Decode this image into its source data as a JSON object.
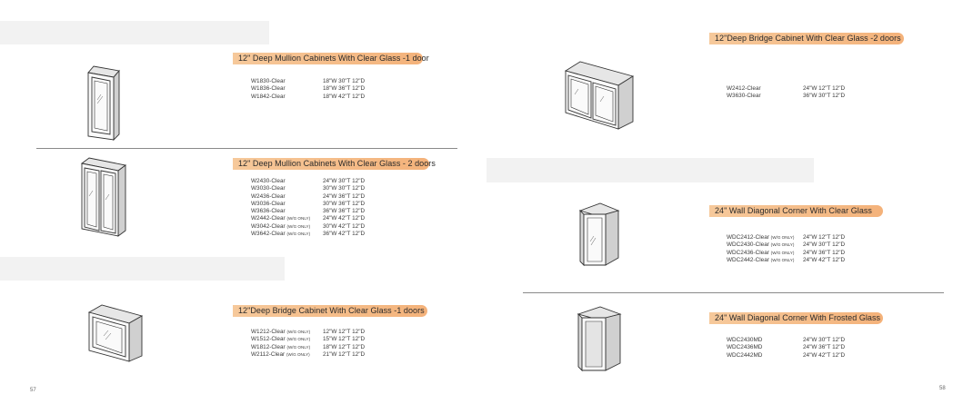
{
  "page_numbers": {
    "left": "57",
    "right": "58"
  },
  "sections": [
    {
      "title": "12\" Deep Mullion Cabinets With Clear Glass -1 door",
      "rows": [
        {
          "code": "W1830-Clear",
          "note": "",
          "dims": "18\"W 30\"T 12\"D"
        },
        {
          "code": "W1836-Clear",
          "note": "",
          "dims": "18\"W 36\"T 12\"D"
        },
        {
          "code": "W1842-Clear",
          "note": "",
          "dims": "18\"W 42\"T 12\"D"
        }
      ]
    },
    {
      "title": "12\" Deep Mullion Cabinets With Clear Glass - 2 doors",
      "rows": [
        {
          "code": "W2430-Clear",
          "note": "",
          "dims": "24\"W 30\"T 12\"D"
        },
        {
          "code": "W3030-Clear",
          "note": "",
          "dims": "30\"W 30\"T 12\"D"
        },
        {
          "code": "W2436-Clear",
          "note": "",
          "dims": "24\"W 36\"T 12\"D"
        },
        {
          "code": "W3036-Clear",
          "note": "",
          "dims": "30\"W 36\"T 12\"D"
        },
        {
          "code": "W3636-Clear",
          "note": "",
          "dims": "36\"W 36\"T 12\"D"
        },
        {
          "code": "W2442-Clear",
          "note": "(W/G ONLY)",
          "dims": "24\"W 42\"T 12\"D"
        },
        {
          "code": "W3042-Clear",
          "note": "(W/G ONLY)",
          "dims": "30\"W 42\"T 12\"D"
        },
        {
          "code": "W3642-Clear",
          "note": "(W/G ONLY)",
          "dims": "36\"W 42\"T 12\"D"
        }
      ]
    },
    {
      "title": "12\"Deep Bridge Cabinet  With Clear Glass -1 doors",
      "rows": [
        {
          "code": "W1212-Clear",
          "note": "(W/G ONLY)",
          "dims": "12\"W 12\"T 12\"D"
        },
        {
          "code": "W1512-Clear",
          "note": "(W/G ONLY)",
          "dims": "15\"W 12\"T 12\"D"
        },
        {
          "code": "W1812-Clear",
          "note": "(W/G ONLY)",
          "dims": "18\"W 12\"T 12\"D"
        },
        {
          "code": "W2112-Clear",
          "note": "(W/G ONLY)",
          "dims": "21\"W 12\"T 12\"D"
        }
      ]
    },
    {
      "title": "12\"Deep Bridge Cabinet With Clear Glass -2 doors",
      "rows": [
        {
          "code": "W2412-Clear",
          "note": "",
          "dims": "24\"W 12\"T 12\"D"
        },
        {
          "code": "W3630-Clear",
          "note": "",
          "dims": "36\"W 30\"T 12\"D"
        }
      ]
    },
    {
      "title": "24\"  Wall Diagonal Corner  With Clear Glass",
      "rows": [
        {
          "code": "WDC2412-Clear",
          "note": "(W/G ONLY)",
          "dims": "24\"W 12\"T 12\"D"
        },
        {
          "code": "WDC2430-Clear",
          "note": "(W/G ONLY)",
          "dims": "24\"W 30\"T 12\"D"
        },
        {
          "code": "WDC2436-Clear",
          "note": "(W/G ONLY)",
          "dims": "24\"W 36\"T 12\"D"
        },
        {
          "code": "WDC2442-Clear",
          "note": "(W/G ONLY)",
          "dims": "24\"W 42\"T 12\"D"
        }
      ]
    },
    {
      "title": "24\"  Wall Diagonal Corner With Frosted Glass",
      "rows": [
        {
          "code": "WDC2430MD",
          "note": "",
          "dims": "24\"W 30\"T 12\"D"
        },
        {
          "code": "WDC2436MD",
          "note": "",
          "dims": "24\"W 36\"T 12\"D"
        },
        {
          "code": "WDC2442MD",
          "note": "",
          "dims": "24\"W 42\"T 12\"D"
        }
      ]
    }
  ],
  "colors": {
    "accent": "#f4b27a",
    "band": "#f2f2f2",
    "rule": "#8a8a8a"
  }
}
